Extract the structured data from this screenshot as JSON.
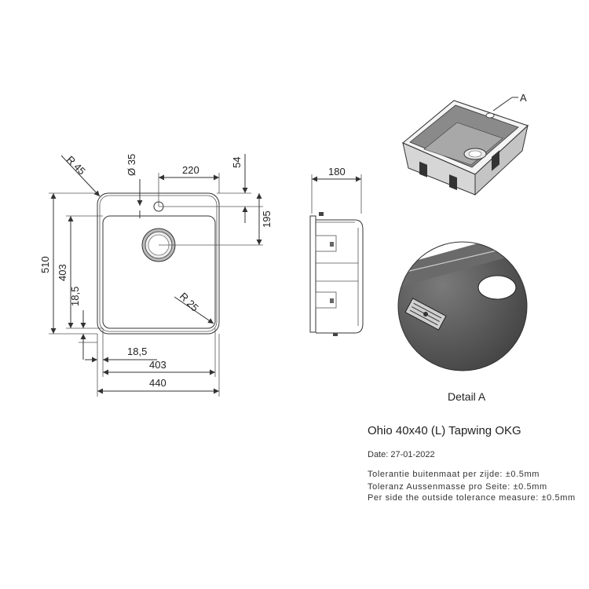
{
  "product": {
    "title": "Ohio 40x40 (L) Tapwing OKG",
    "date": "Date: 27-01-2022"
  },
  "tolerances": [
    "Tolerantie buitenmaat per zijde: ±0.5mm",
    "Toleranz Aussenmasse pro Seite: ±0.5mm",
    "Per side the outside tolerance measure: ±0.5mm"
  ],
  "detail": {
    "label": "Detail A",
    "callout": "A"
  },
  "dimensions": {
    "corner_radius_outer": "R 45",
    "tap_hole_diameter": "Ø 35",
    "tap_offset": "220",
    "ledge_depth": "54",
    "tap_to_bowl": "195",
    "depth": "180",
    "total_height": "510",
    "bowl_height": "403",
    "bottom_margin": "18,5",
    "inner_radius": "R 25",
    "side_margin": "18,5",
    "bowl_width": "403",
    "total_width": "440"
  }
}
